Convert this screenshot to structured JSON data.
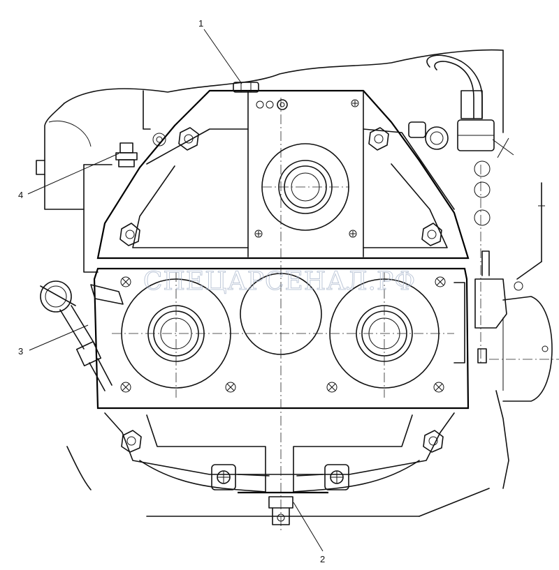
{
  "watermark": "СПЕЦАРСЕНАЛ.РФ",
  "callouts": [
    {
      "id": "1",
      "text": "1"
    },
    {
      "id": "2",
      "text": "2"
    },
    {
      "id": "3",
      "text": "3"
    },
    {
      "id": "4",
      "text": "4"
    }
  ],
  "colors": {
    "line": "#111111",
    "background": "#ffffff",
    "watermark": "#a9b6cc"
  }
}
